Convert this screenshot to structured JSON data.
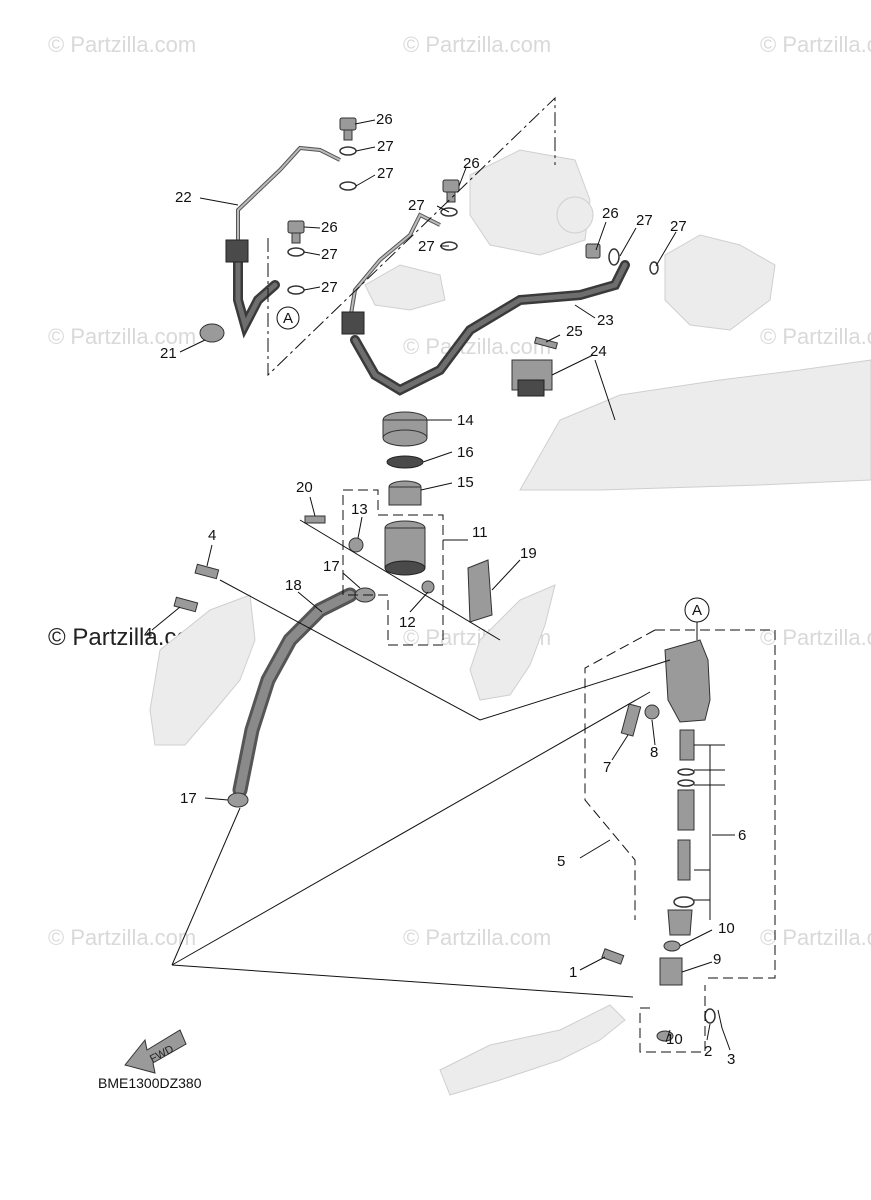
{
  "watermark": {
    "text": "© Partzilla.com",
    "bold_text": "© Partzilla.com"
  },
  "diagram_code": "BME1300DZ380",
  "fwd_label": "FWD",
  "ref_marker": "A",
  "callouts": {
    "n1": "1",
    "n2": "2",
    "n3": "3",
    "n4a": "4",
    "n4b": "4",
    "n5": "5",
    "n6": "6",
    "n7": "7",
    "n8": "8",
    "n9": "9",
    "n10a": "10",
    "n10b": "10",
    "n11": "11",
    "n12": "12",
    "n13": "13",
    "n14": "14",
    "n15": "15",
    "n16": "16",
    "n17a": "17",
    "n17b": "17",
    "n18": "18",
    "n19": "19",
    "n20": "20",
    "n21": "21",
    "n22": "22",
    "n23": "23",
    "n24": "24",
    "n25": "25",
    "n26a": "26",
    "n26b": "26",
    "n26c": "26",
    "n26d": "26",
    "n27a": "27",
    "n27b": "27",
    "n27c": "27",
    "n27d": "27",
    "n27e": "27",
    "n27f": "27",
    "n27g": "27",
    "n27h": "27"
  }
}
